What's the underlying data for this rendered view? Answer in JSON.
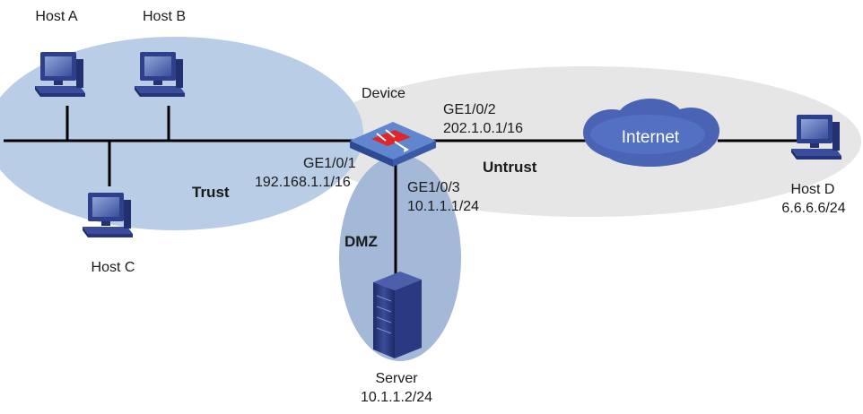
{
  "zones": {
    "trust": "Trust",
    "untrust": "Untrust",
    "dmz": "DMZ"
  },
  "hosts": {
    "a": {
      "name": "Host A"
    },
    "b": {
      "name": "Host B"
    },
    "c": {
      "name": "Host C"
    },
    "d": {
      "name": "Host D",
      "ip": "6.6.6.6/24"
    }
  },
  "device": {
    "name": "Device",
    "ge1": {
      "iface": "GE1/0/1",
      "ip": "192.168.1.1/16"
    },
    "ge2": {
      "iface": "GE1/0/2",
      "ip": "202.1.0.1/16"
    },
    "ge3": {
      "iface": "GE1/0/3",
      "ip": "10.1.1.1/24"
    }
  },
  "internet": "Internet",
  "server": {
    "name": "Server",
    "ip": "10.1.1.2/24"
  },
  "colors": {
    "trust_zone": "#b9cde6",
    "untrust_zone": "#e6e6e6",
    "dmz_zone": "#a4b8d8",
    "cloud": "#4a63b5",
    "device": "#4b6fb9",
    "pc": "#2e3f8c"
  }
}
